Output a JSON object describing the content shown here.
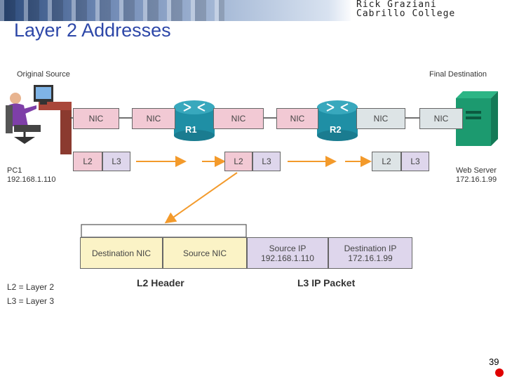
{
  "header": {
    "author_line1": "Rick Graziani",
    "author_line2": "Cabrillo College"
  },
  "title": "Layer 2 Addresses",
  "labels": {
    "original_source": "Original Source",
    "final_destination": "Final Destination",
    "pc1_name": "PC1",
    "pc1_ip": "192.168.1.110",
    "server_name": "Web Server",
    "server_ip": "172.16.1.99"
  },
  "nic": "NIC",
  "routers": {
    "r1": "R1",
    "r2": "R2"
  },
  "layers": {
    "l2": "L2",
    "l3": "L3"
  },
  "frame": {
    "dest_nic": "Destination NIC",
    "source_nic": "Source NIC",
    "source_ip_label": "Source IP",
    "source_ip": "192.168.1.110",
    "dest_ip_label": "Destination IP",
    "dest_ip": "172.16.1.99"
  },
  "captions": {
    "l2_header": "L2 Header",
    "l3_packet": "L3 IP Packet"
  },
  "legend": {
    "l2": "L2 = Layer 2",
    "l3": "L3 = Layer 3"
  },
  "page_number": "39",
  "colors": {
    "title": "#2d47a8",
    "nic": "#f2c9d4",
    "l3": "#ded6ec",
    "header": "#fbf3c6",
    "arrow": "#f39a2b",
    "router": "#1f8fa5",
    "server": "#1c9a6f"
  }
}
